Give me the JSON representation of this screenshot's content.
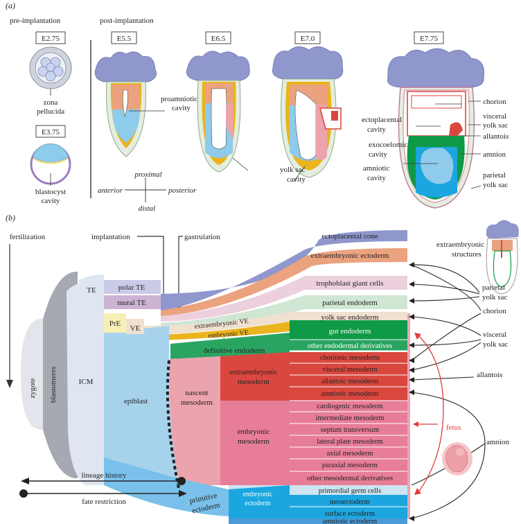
{
  "panel_a": {
    "label": "(a)",
    "pre_implantation": "pre-implantation",
    "post_implantation": "post-implantation",
    "stages": [
      "E2.75",
      "E3.75",
      "E5.5",
      "E6.5",
      "E7.0",
      "E7.75"
    ],
    "labels": {
      "zona_1": "zona",
      "zona_2": "pellucida",
      "blast_1": "blastocyst",
      "blast_2": "cavity",
      "proamn_1": "proamniotic",
      "proamn_2": "cavity",
      "yolk_1": "yolk sac",
      "yolk_2": "cavity",
      "ectopl_1": "ectoplacental",
      "ectopl_2": "cavity",
      "exocoel_1": "exocoelomic",
      "exocoel_2": "cavity",
      "amniotic_1": "amniotic",
      "amniotic_2": "cavity",
      "chorion": "chorion",
      "visceral_1": "visceral",
      "visceral_2": "yolk sac",
      "allantois": "allantois",
      "amnion": "amnion",
      "parietal_1": "parietal",
      "parietal_2": "yolk sac"
    },
    "axes": {
      "proximal": "proximal",
      "distal": "distal",
      "anterior": "anterior",
      "posterior": "posterior"
    }
  },
  "panel_b": {
    "label": "(b)",
    "events": {
      "fertilization": "fertilization",
      "implantation": "implantation",
      "gastrulation": "gastrulation"
    },
    "lineages": {
      "zygote": "zygote",
      "blastomeres": "blastomeres",
      "icm": "ICM",
      "te": "TE",
      "polar_te": "polar TE",
      "mural_te": "mural TE",
      "pre": "PrE",
      "ve": "VE",
      "extraembryonic_ve": "extraembryonic VE",
      "embryonic_ve": "embryonic VE",
      "epiblast": "epiblast",
      "definitive_endoderm": "definitive endoderm",
      "nascent_1": "nascent",
      "nascent_2": "mesoderm",
      "extra_meso_1": "extraembryonic",
      "extra_meso_2": "mesoderm",
      "emb_meso_1": "embryonic",
      "emb_meso_2": "mesoderm",
      "primitive_1": "primitive",
      "primitive_2": "ectoderm",
      "emb_ecto_1": "embryonic",
      "emb_ecto_2": "ectoderm",
      "question": "?"
    },
    "fates": [
      "ectoplacental cone",
      "extraembryonic ectoderm",
      "trophoblast giant cells",
      "parietal endoderm",
      "yolk sac endoderm",
      "gut endoderm",
      "other endodermal derivatives",
      "chorionic mesoderm",
      "visceral mesoderm",
      "allantoic mesoderm",
      "amniotic mesoderm",
      "cardiogenic mesoderm",
      "intermediate mesoderm",
      "septum transversum",
      "lateral plate mesoderm",
      "axial mesoderm",
      "paraxial mesoderm",
      "other mesodermal derivatives",
      "primordial germ cells",
      "neroectoderm",
      "surface ectoderm",
      "amniotic ectoderm"
    ],
    "structures": {
      "extraembryonic_1": "extraembryonic",
      "extraembryonic_2": "structures",
      "parietal_1": "parietal",
      "parietal_2": "yolk sac",
      "chorion": "chorion",
      "visceral_1": "visceral",
      "visceral_2": "yolk sac",
      "allantois": "allantois",
      "amnion": "amnion",
      "fetus": "fetus"
    },
    "legend": {
      "lineage_history": "lineage history",
      "fate_restriction": "fate restriction"
    }
  },
  "colors": {
    "trophoblast": "#8f97cc",
    "extraembryonic_ectoderm": "#eba27f",
    "giant_cells": "#ecd0de",
    "parietal_endoderm": "#cfe6d3",
    "yolk_endoderm": "#f0e0d0",
    "ve_yellow": "#e9b41e",
    "gut_endoderm": "#0e9a47",
    "definitive_endoderm": "#2aa561",
    "extra_mesoderm": "#d9473f",
    "nascent_mesoderm": "#eba3ad",
    "embryonic_mesoderm": "#e77d98",
    "epiblast": "#a7d2ec",
    "primitive_ectoderm": "#79c1ea",
    "embryonic_ectoderm": "#1ca6e0",
    "amniotic_ectoderm": "#4a9bd8",
    "fetus_red": "#e03a3a"
  }
}
